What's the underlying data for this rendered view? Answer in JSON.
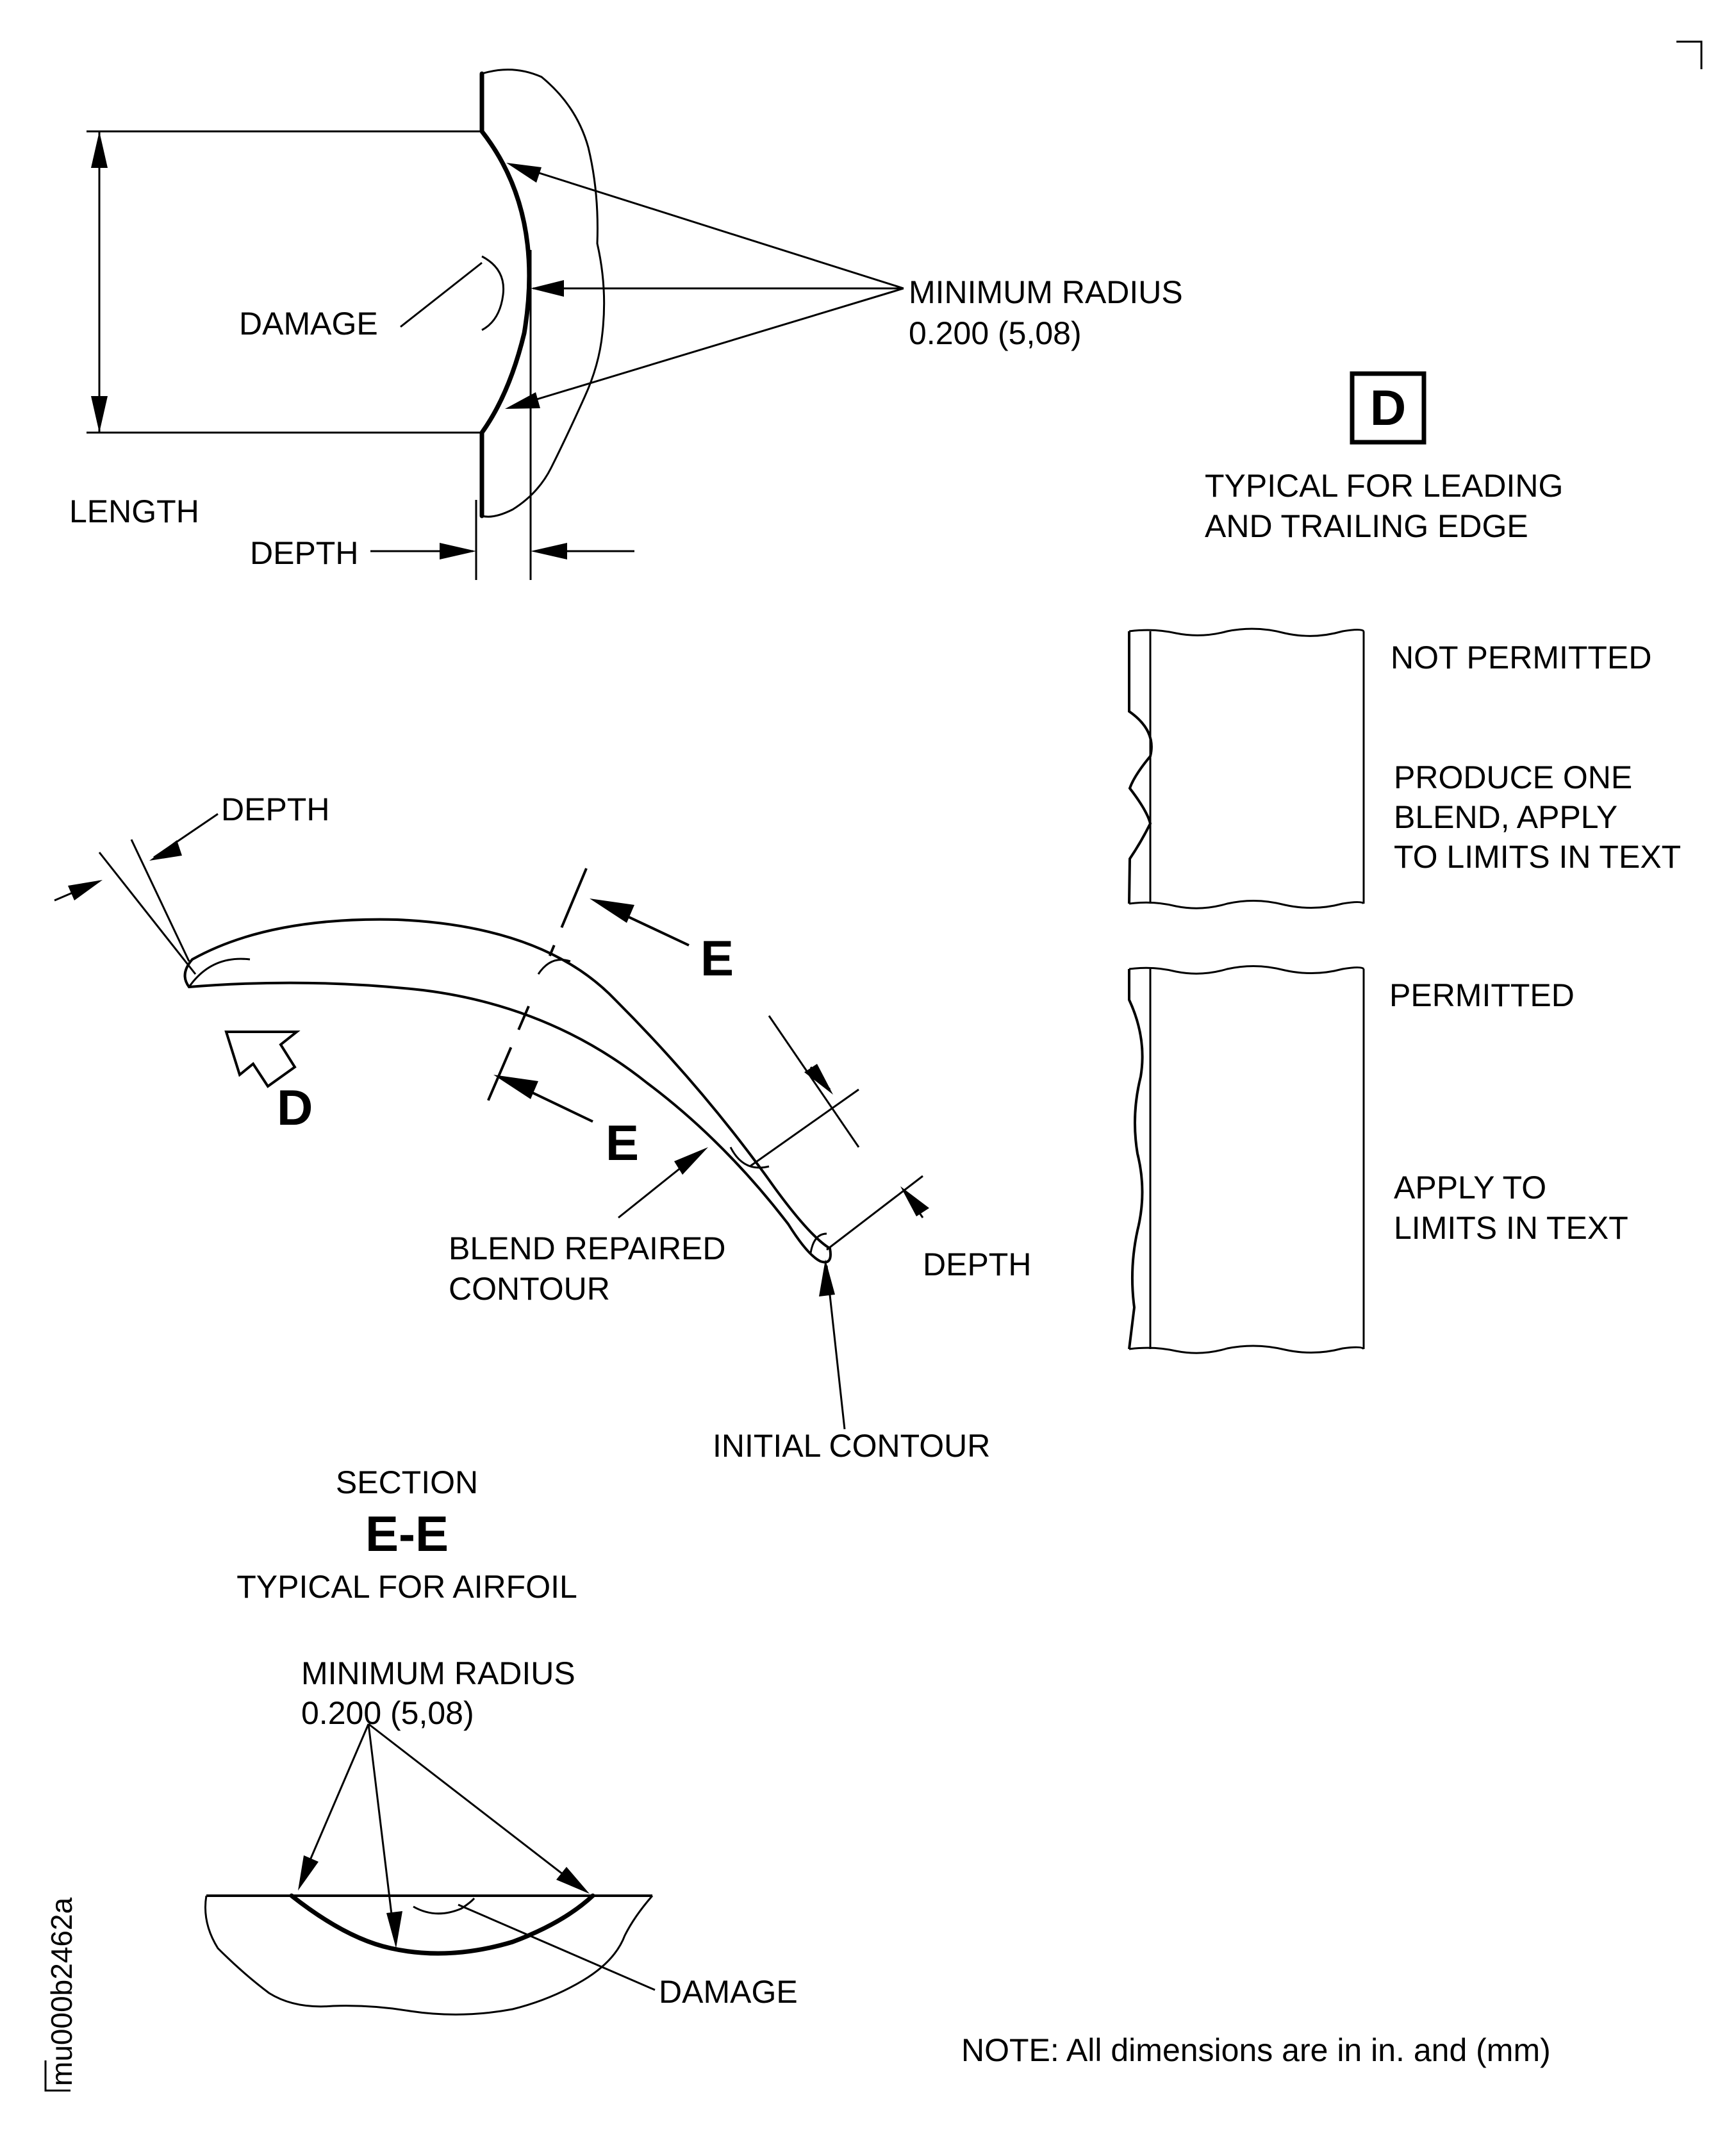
{
  "view_d": {
    "length": "LENGTH",
    "damage": "DAMAGE",
    "depth": "DEPTH",
    "min_radius_line1": "MINIMUM RADIUS",
    "min_radius_line2": "0.200 (5,08)",
    "view_letter": "D",
    "caption_line1": "TYPICAL FOR LEADING",
    "caption_line2": "AND TRAILING EDGE"
  },
  "edge_examples": {
    "not_permitted": "NOT PERMITTED",
    "not_permitted_note_1": "PRODUCE ONE",
    "not_permitted_note_2": "BLEND, APPLY",
    "not_permitted_note_3": "TO LIMITS IN TEXT",
    "permitted": "PERMITTED",
    "permitted_note_1": "APPLY TO",
    "permitted_note_2": "LIMITS IN TEXT"
  },
  "section_view": {
    "depth_left": "DEPTH",
    "depth_right": "DEPTH",
    "cut_label_upper": "E",
    "cut_label_lower": "E",
    "view_arrow_label": "D",
    "blend_line1": "BLEND REPAIRED",
    "blend_line2": "CONTOUR",
    "initial_contour": "INITIAL CONTOUR",
    "section_word": "SECTION",
    "section_id": "E-E",
    "section_caption": "TYPICAL FOR AIRFOIL"
  },
  "surface_view": {
    "min_radius_line1": "MINIMUM RADIUS",
    "min_radius_line2": "0.200 (5,08)",
    "damage": "DAMAGE"
  },
  "note": "NOTE: All dimensions are in in. and (mm)",
  "figure_id": "mu000b2462a"
}
